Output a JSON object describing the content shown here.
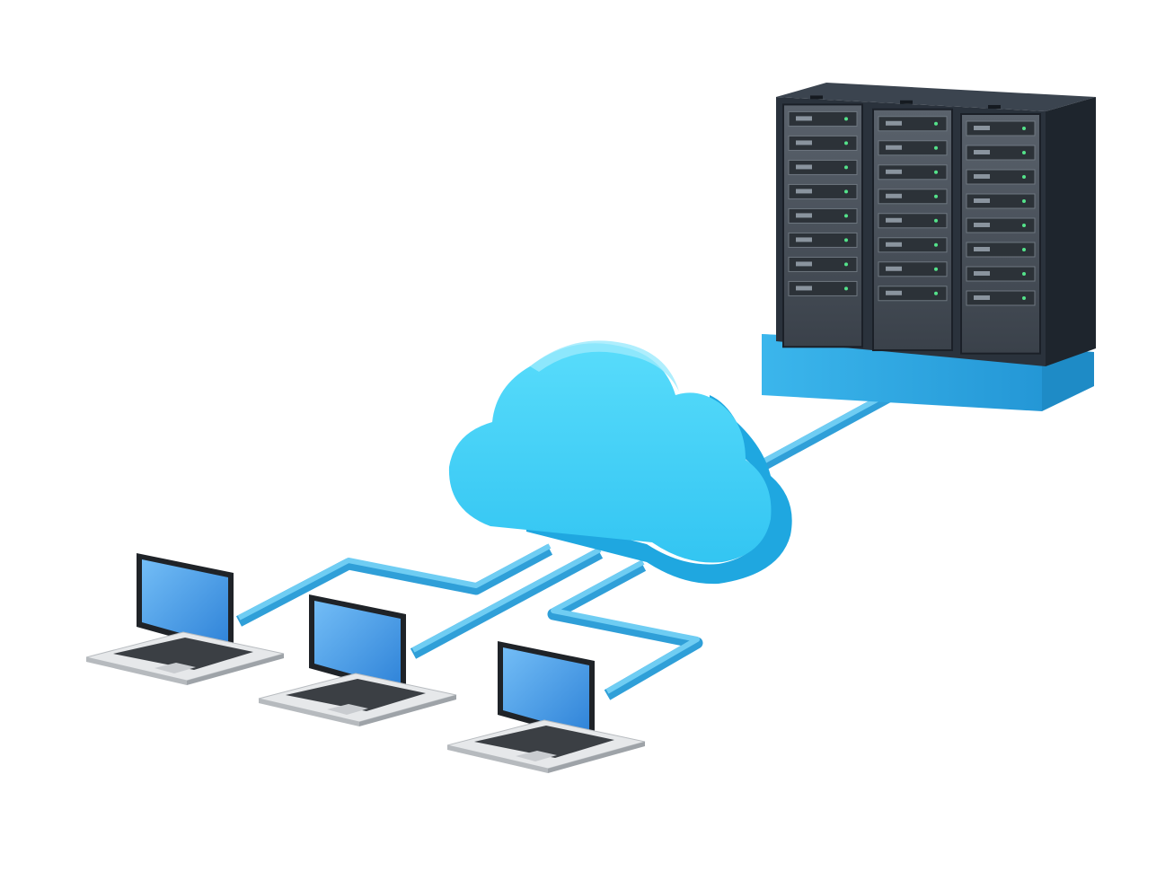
{
  "diagram": {
    "kind": "cloud-network-illustration",
    "nodes": {
      "server": {
        "icon": "server-rack-icon",
        "racks": 3,
        "units_per_rack": 8
      },
      "cloud": {
        "icon": "cloud-icon"
      },
      "clients": [
        {
          "icon": "laptop-icon"
        },
        {
          "icon": "laptop-icon"
        },
        {
          "icon": "laptop-icon"
        }
      ]
    },
    "connections": [
      {
        "from": "cloud",
        "to": "server"
      },
      {
        "from": "cloud",
        "to": "laptop-1"
      },
      {
        "from": "cloud",
        "to": "laptop-2"
      },
      {
        "from": "cloud",
        "to": "laptop-3"
      }
    ],
    "colors": {
      "cable": "#47b9ec",
      "cable_edge": "#2f9fd8",
      "cloud_front": "#3fd0f6",
      "cloud_top": "#8fe6fb",
      "cloud_side": "#1fa7e0",
      "base_front": "#29a6e2",
      "base_top": "#6fd0f6",
      "rack_body": "#2a323c",
      "rack_dark": "#1b2028",
      "rack_glass": "#4a525c",
      "screen": "#3a8fe0",
      "screen_light": "#6ab4f4",
      "laptop_base": "#e4e6e8",
      "keyboard": "#3b3f44"
    }
  }
}
